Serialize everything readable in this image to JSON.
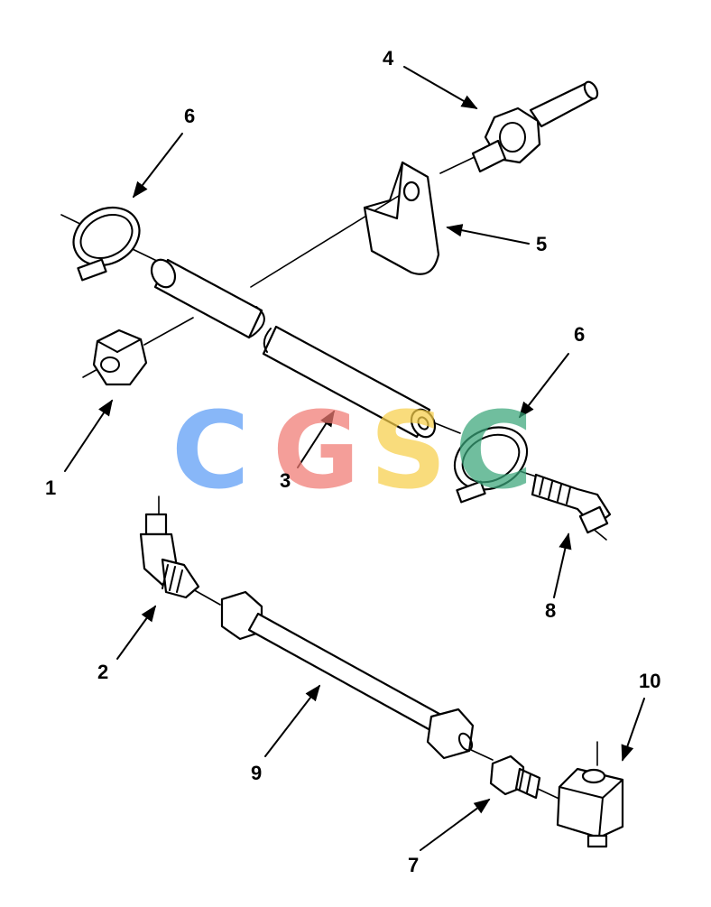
{
  "callouts": {
    "c1": "1",
    "c2": "2",
    "c3": "3",
    "c4": "4",
    "c5": "5",
    "c6a": "6",
    "c6b": "6",
    "c7": "7",
    "c8": "8",
    "c9": "9",
    "c10": "10"
  },
  "watermark": {
    "letters": [
      "C",
      "G",
      "S",
      "C"
    ],
    "colors": [
      "#5b9cf6",
      "#f07a72",
      "#f7cf4a",
      "#3aa67a"
    ]
  }
}
